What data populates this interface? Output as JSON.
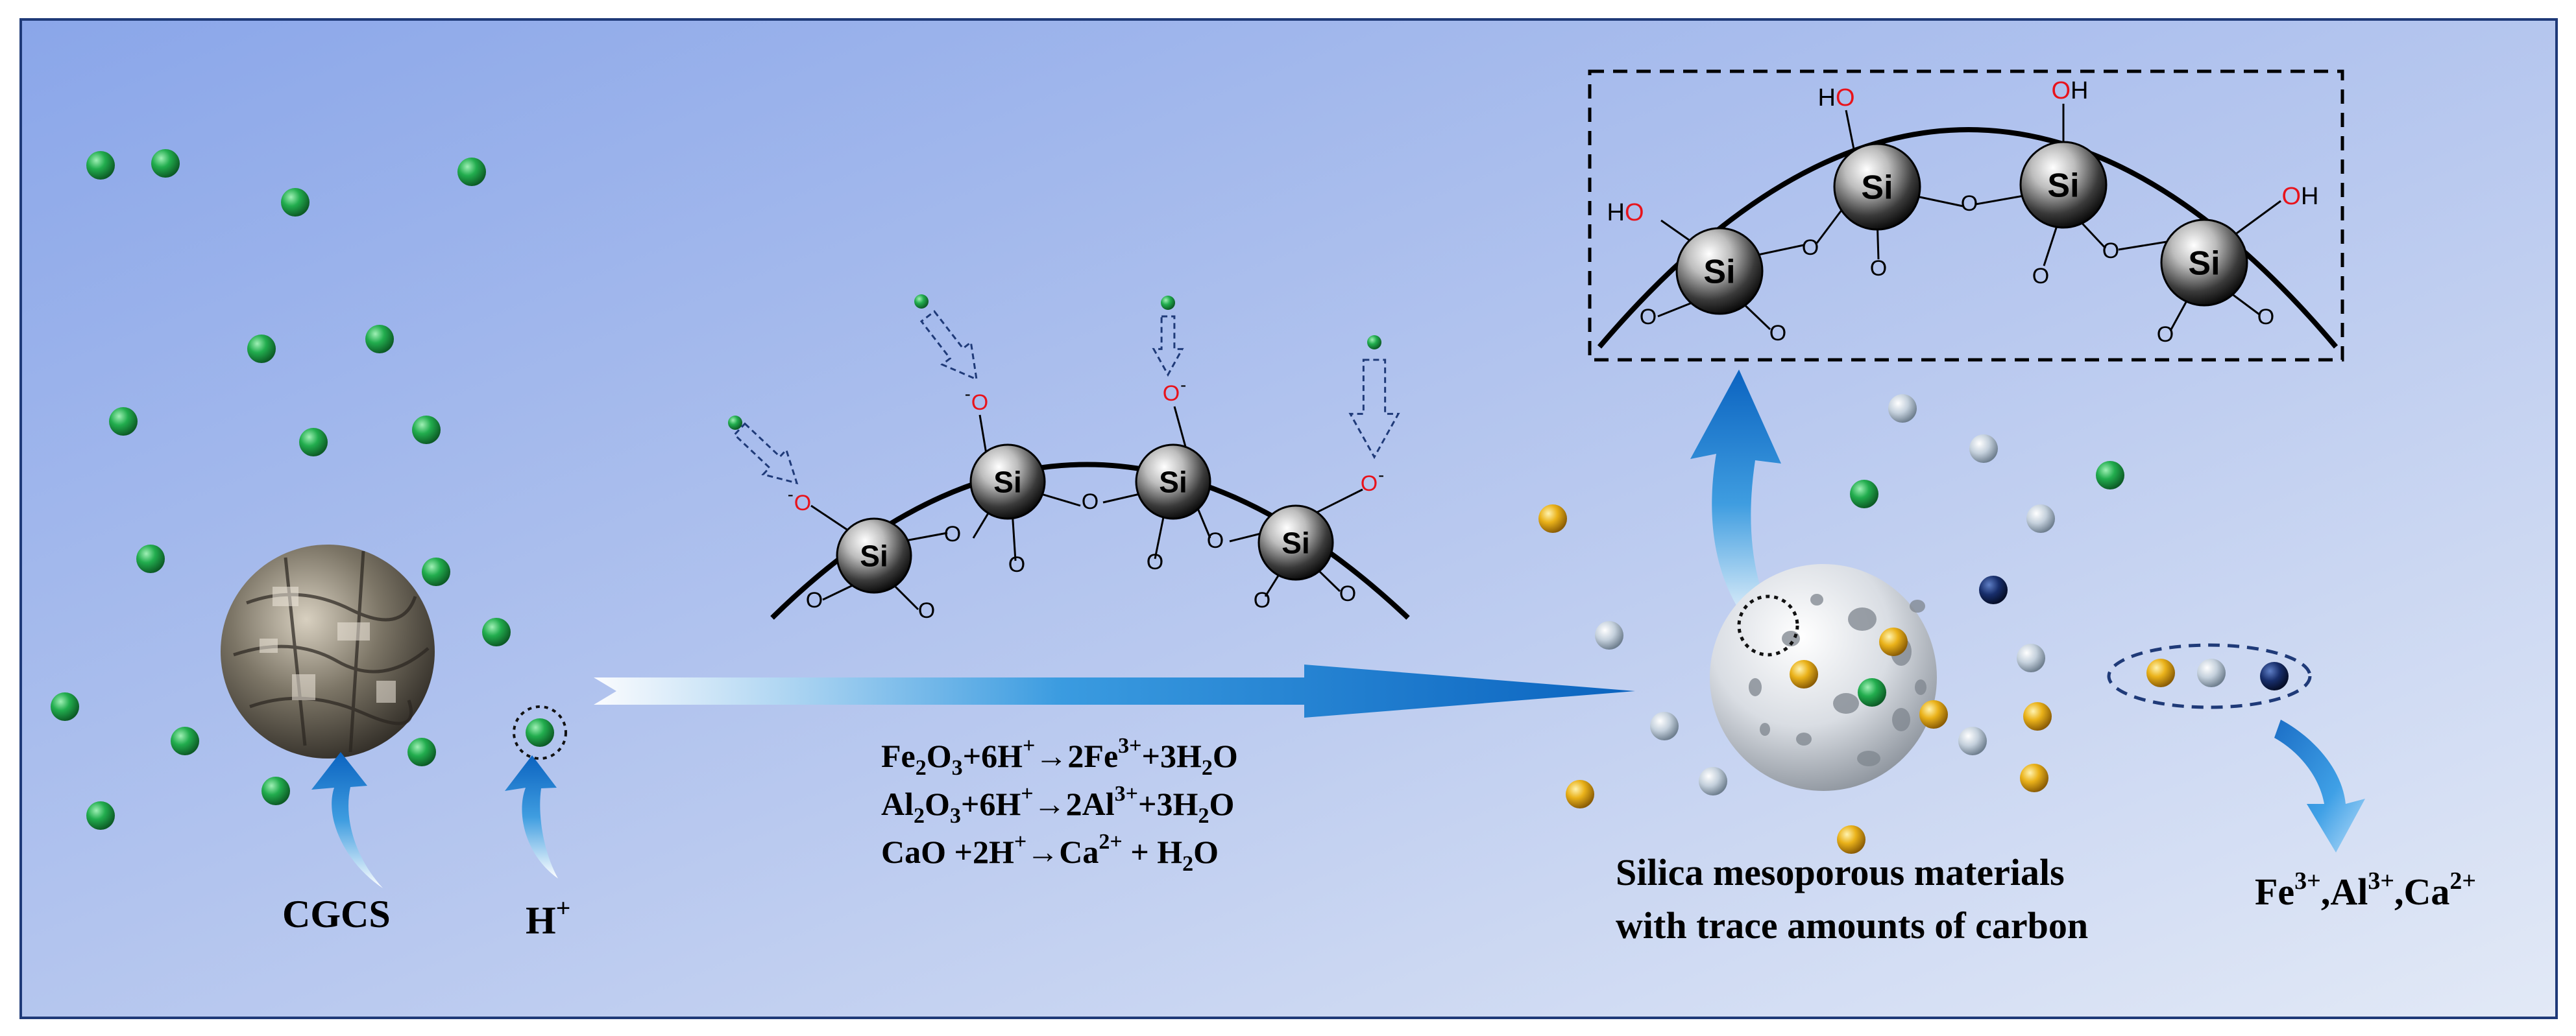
{
  "labels": {
    "cgcs": "CGCS",
    "h_plus": "H",
    "h_plus_sup": "+",
    "product_line1": "Silica mesoporous materials",
    "product_line2": "with trace amounts of carbon",
    "ions": [
      "Fe",
      "3+",
      ",Al",
      "3+",
      ",Ca",
      "2+"
    ]
  },
  "reactions": [
    [
      [
        "Fe",
        "n"
      ],
      [
        "2",
        "sub"
      ],
      [
        "O",
        "n"
      ],
      [
        "3",
        "sub"
      ],
      [
        "+6H",
        "n"
      ],
      [
        "+",
        "sup"
      ],
      [
        "→2Fe",
        "n"
      ],
      [
        "3+",
        "sup"
      ],
      [
        "+3H",
        "n"
      ],
      [
        "2",
        "sub"
      ],
      [
        "O",
        "n"
      ]
    ],
    [
      [
        "Al",
        "n"
      ],
      [
        "2",
        "sub"
      ],
      [
        "O",
        "n"
      ],
      [
        "3",
        "sub"
      ],
      [
        "+6H",
        "n"
      ],
      [
        "+",
        "sup"
      ],
      [
        "→2Al",
        "n"
      ],
      [
        "3+",
        "sup"
      ],
      [
        "+3H",
        "n"
      ],
      [
        "2",
        "sub"
      ],
      [
        "O",
        "n"
      ]
    ],
    [
      [
        "CaO  +2H",
        "n"
      ],
      [
        "+",
        "sup"
      ],
      [
        "→Ca",
        "n"
      ],
      [
        "2+",
        "sup"
      ],
      [
        "  +  H",
        "n"
      ],
      [
        "2",
        "sub"
      ],
      [
        "O",
        "n"
      ]
    ]
  ],
  "chem": {
    "si": "Si",
    "o": "O",
    "h": "H",
    "o_minus": "-"
  },
  "colors": {
    "bg_top_left": "#93ade9",
    "bg_bottom_right": "#dde6f6",
    "frame": "#1f3a78",
    "proton_green": "#1aa047",
    "oxygen_red": "#e8131b",
    "arrow_blue": "#1677cc",
    "ion_gold": "#e7b21b",
    "ion_silver": "#b9c6d3",
    "ion_navy": "#1a2f66"
  }
}
